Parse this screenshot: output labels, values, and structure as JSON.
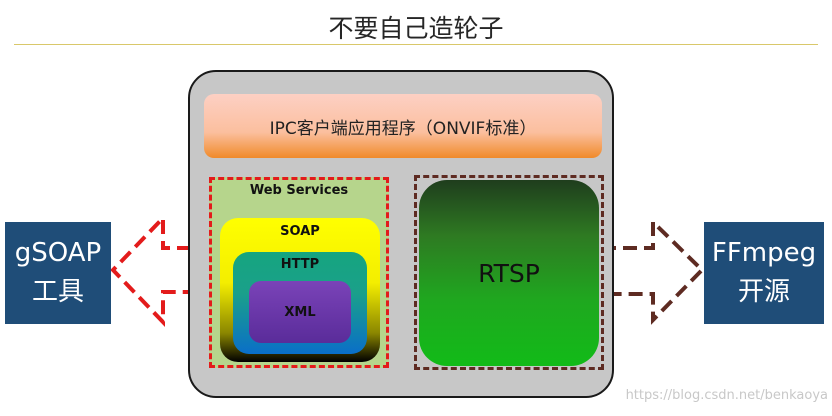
{
  "title": "不要自己造轮子",
  "diagram": {
    "app_bar": "IPC客户端应用程序（ONVIF标准）",
    "web_services": "Web Services",
    "soap": "SOAP",
    "http": "HTTP",
    "xml": "XML",
    "rtsp": "RTSP",
    "left_tool": {
      "line1": "gSOAP",
      "line2": "工具"
    },
    "right_tool": {
      "line1": "FFmpeg",
      "line2": "开源"
    }
  },
  "watermark": "https://blog.csdn.net/benkaoya",
  "colors": {
    "left_arrow": "#e31b1b",
    "right_arrow": "#5e2b22",
    "side_box": "#1f4d78"
  }
}
